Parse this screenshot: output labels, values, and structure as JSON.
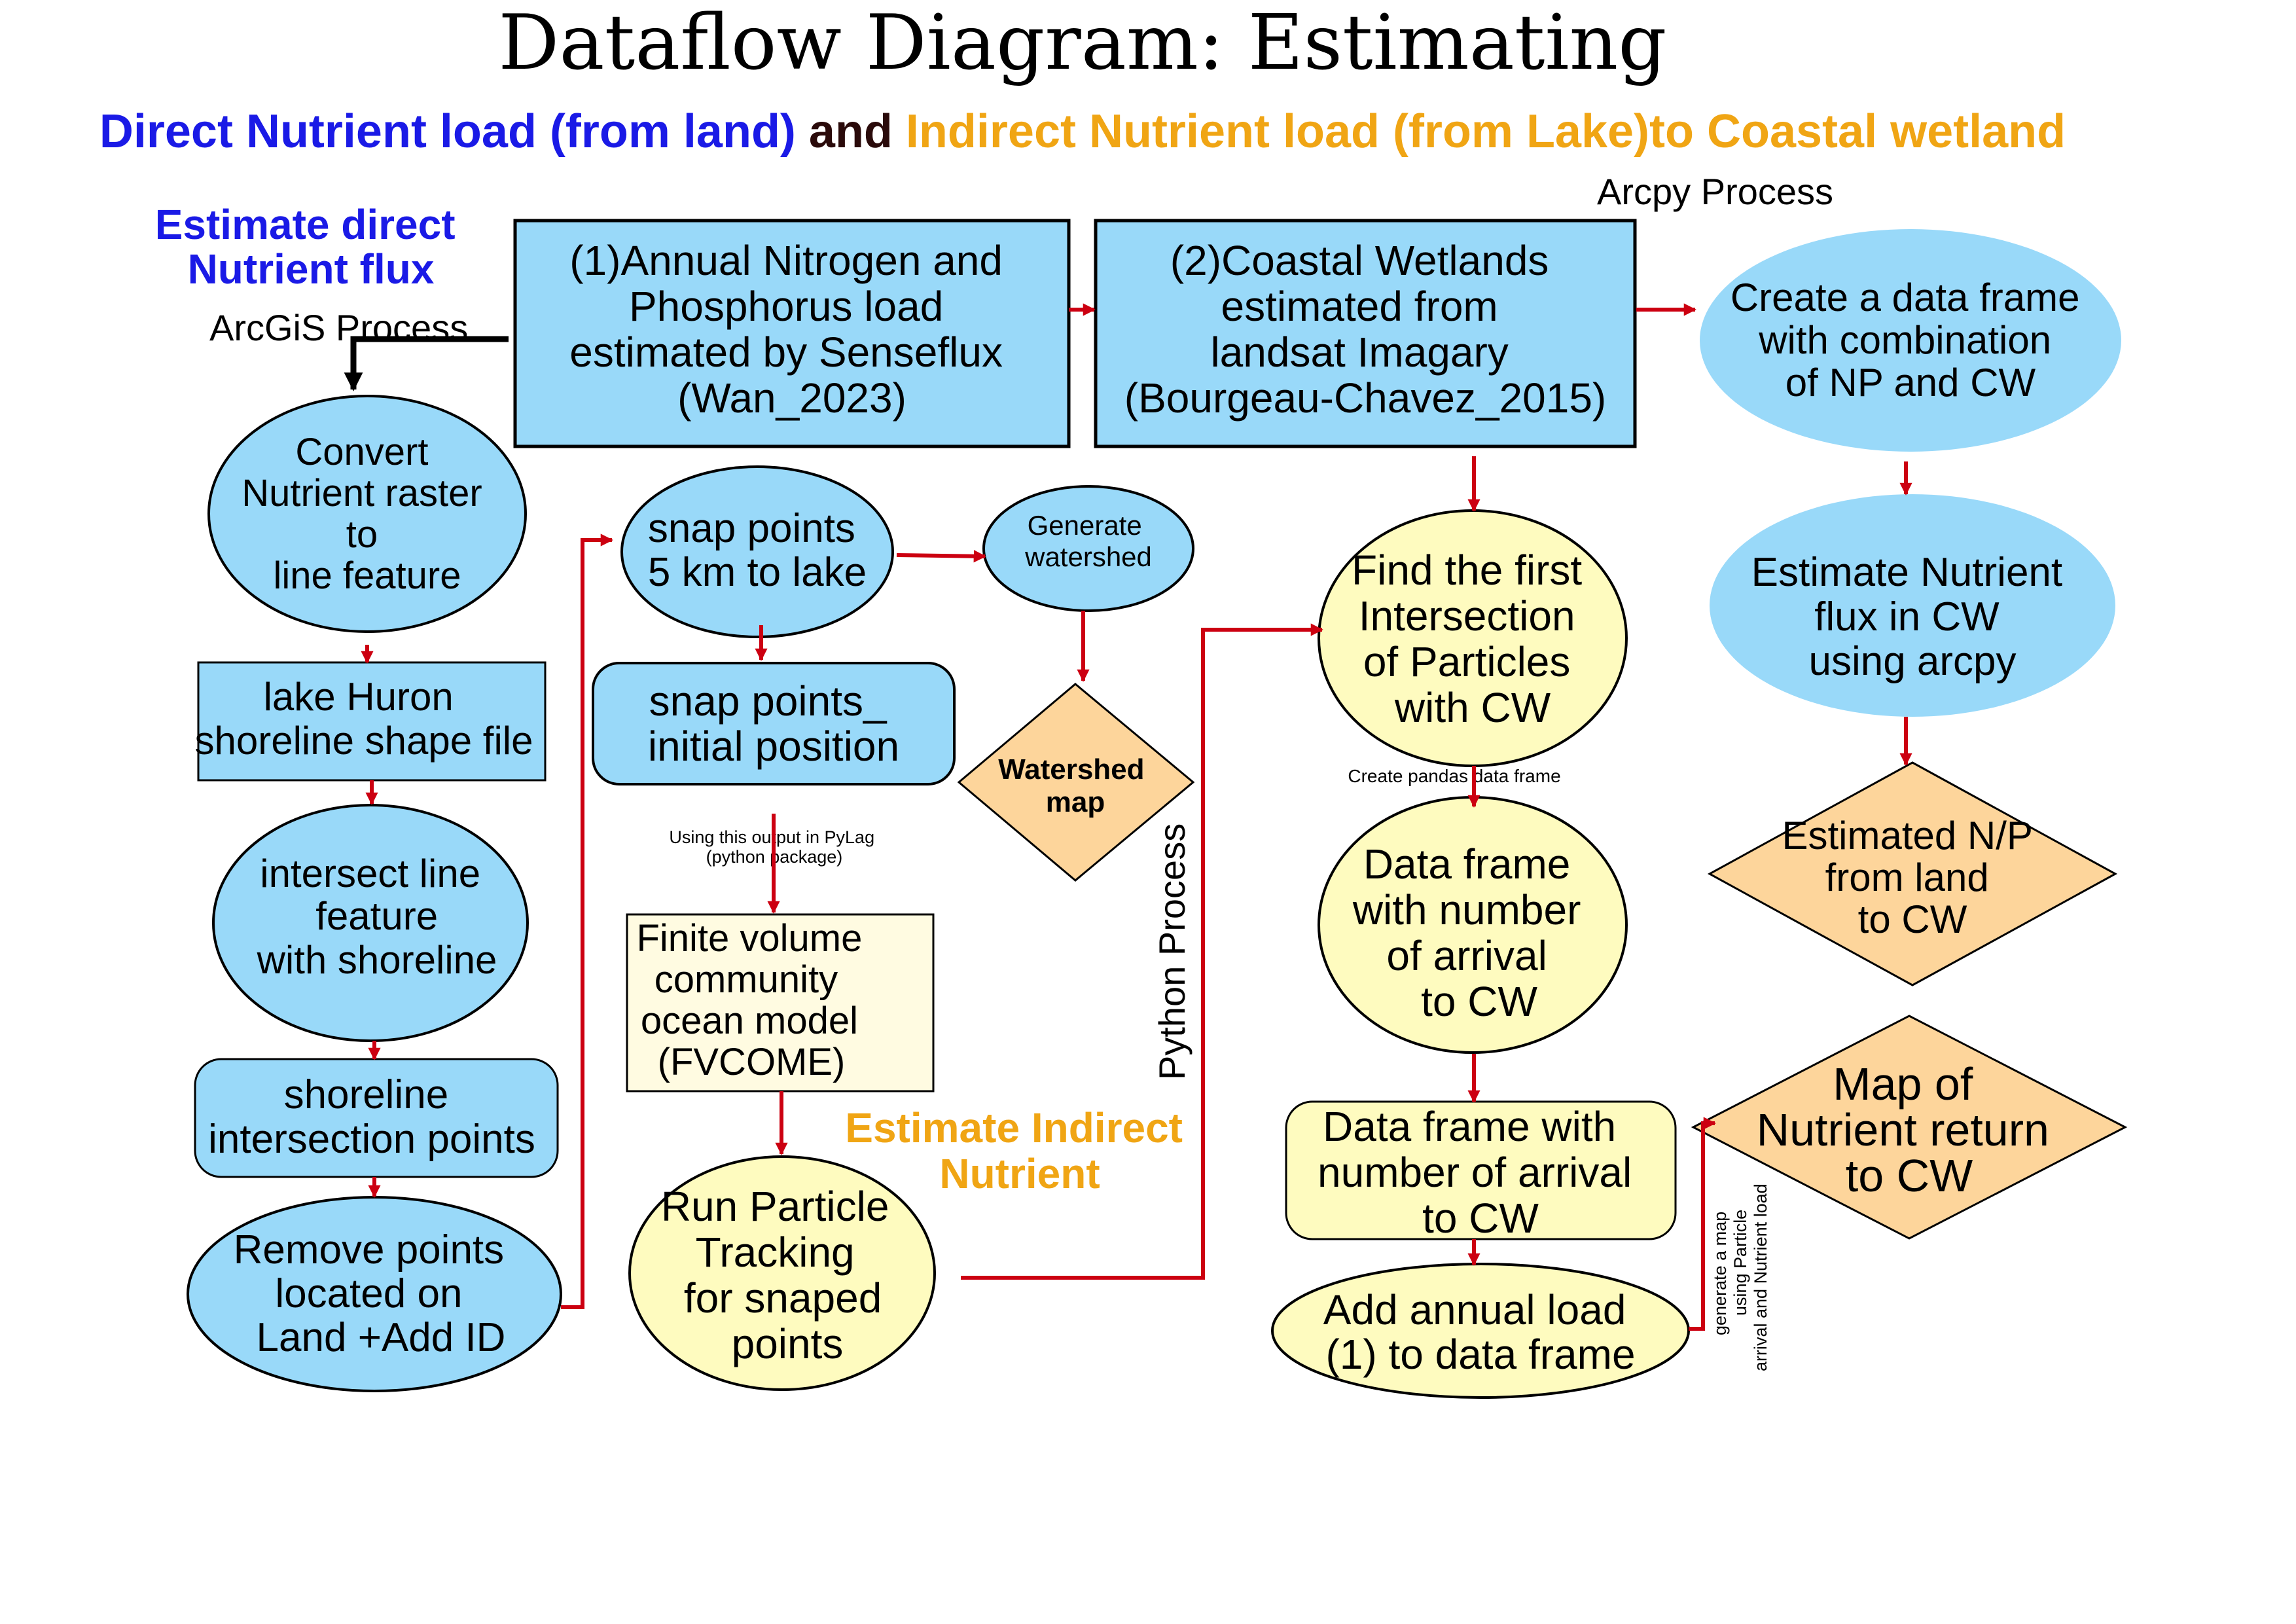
{
  "title": "Dataflow Diagram: Estimating",
  "subtitle": {
    "part_direct": "Direct Nutrient load (from land)",
    "part_and": " and ",
    "part_indirect": "Indirect Nutrient load (from Lake)to Coastal wetland"
  },
  "colors": {
    "direct_blue": "#1a1ae6",
    "indirect_orange": "#f0a514",
    "and_dark": "#2a0a0a",
    "node_blue": "#99d9f9",
    "node_yellow": "#fefbbf",
    "node_pale": "#fffbe1",
    "node_orange": "#fdd59b",
    "arrow_red": "#cc0011",
    "arrow_black": "#000000"
  },
  "section_labels": {
    "estimate_direct": [
      "Estimate direct",
      "Nutrient flux"
    ],
    "arcgis_process": "ArcGiS Process",
    "arcpy_process": "Arcpy Process",
    "python_process": "Python Process",
    "estimate_indirect": [
      "Estimate Indirect",
      "Nutrient"
    ]
  },
  "nodes": {
    "annual_np": [
      "(1)Annual Nitrogen and",
      "Phosphorus load",
      "estimated by Senseflux",
      "(Wan_2023)"
    ],
    "coastal_wetlands": [
      "(2)Coastal Wetlands",
      "estimated from",
      "landsat Imagary",
      "(Bourgeau-Chavez_2015)"
    ],
    "create_df": [
      "Create a data frame",
      "with combination",
      "of NP and CW"
    ],
    "estimate_flux_cw": [
      "Estimate Nutrient",
      "flux in CW",
      "using arcpy"
    ],
    "estimated_np": [
      "Estimated N/P",
      "from land",
      "to CW"
    ],
    "map_nutrient": [
      "Map of",
      "Nutrient return",
      "to CW"
    ],
    "convert_raster": [
      "Convert",
      "Nutrient raster",
      "to",
      "line feature"
    ],
    "lake_huron": [
      "lake Huron",
      "shoreline shape file"
    ],
    "intersect_line": [
      "intersect line",
      "feature",
      "with shoreline"
    ],
    "shoreline_points": [
      "shoreline",
      "intersection points"
    ],
    "remove_points": [
      "Remove points",
      "located on",
      "Land +Add ID"
    ],
    "snap_5km": [
      "snap points",
      "5 km to lake"
    ],
    "generate_watershed": [
      "Generate",
      "watershed"
    ],
    "watershed_map": [
      "Watershed",
      "map"
    ],
    "snap_initial": [
      "snap points_",
      "initial position"
    ],
    "fvcome": [
      "Finite volume",
      "community",
      "ocean model",
      "(FVCOME)"
    ],
    "run_particle": [
      "Run Particle",
      "Tracking",
      "for snaped",
      "points"
    ],
    "find_intersection": [
      "Find the first",
      "Intersection",
      "of Particles",
      "with CW"
    ],
    "df_number_arrival": [
      "Data frame",
      "with number",
      "of arrival",
      "to CW"
    ],
    "df_with_number": [
      "Data frame with",
      "number of arrival",
      "to CW"
    ],
    "add_annual_load": [
      "Add annual load",
      "(1) to data frame"
    ]
  },
  "annotations": {
    "pylag_note": [
      "Using this output in PyLag",
      "(python package)"
    ],
    "pandas_note": "Create pandas data frame",
    "map_note": [
      "generate a map",
      "using Particle",
      "arrival and Nutrient load"
    ]
  }
}
